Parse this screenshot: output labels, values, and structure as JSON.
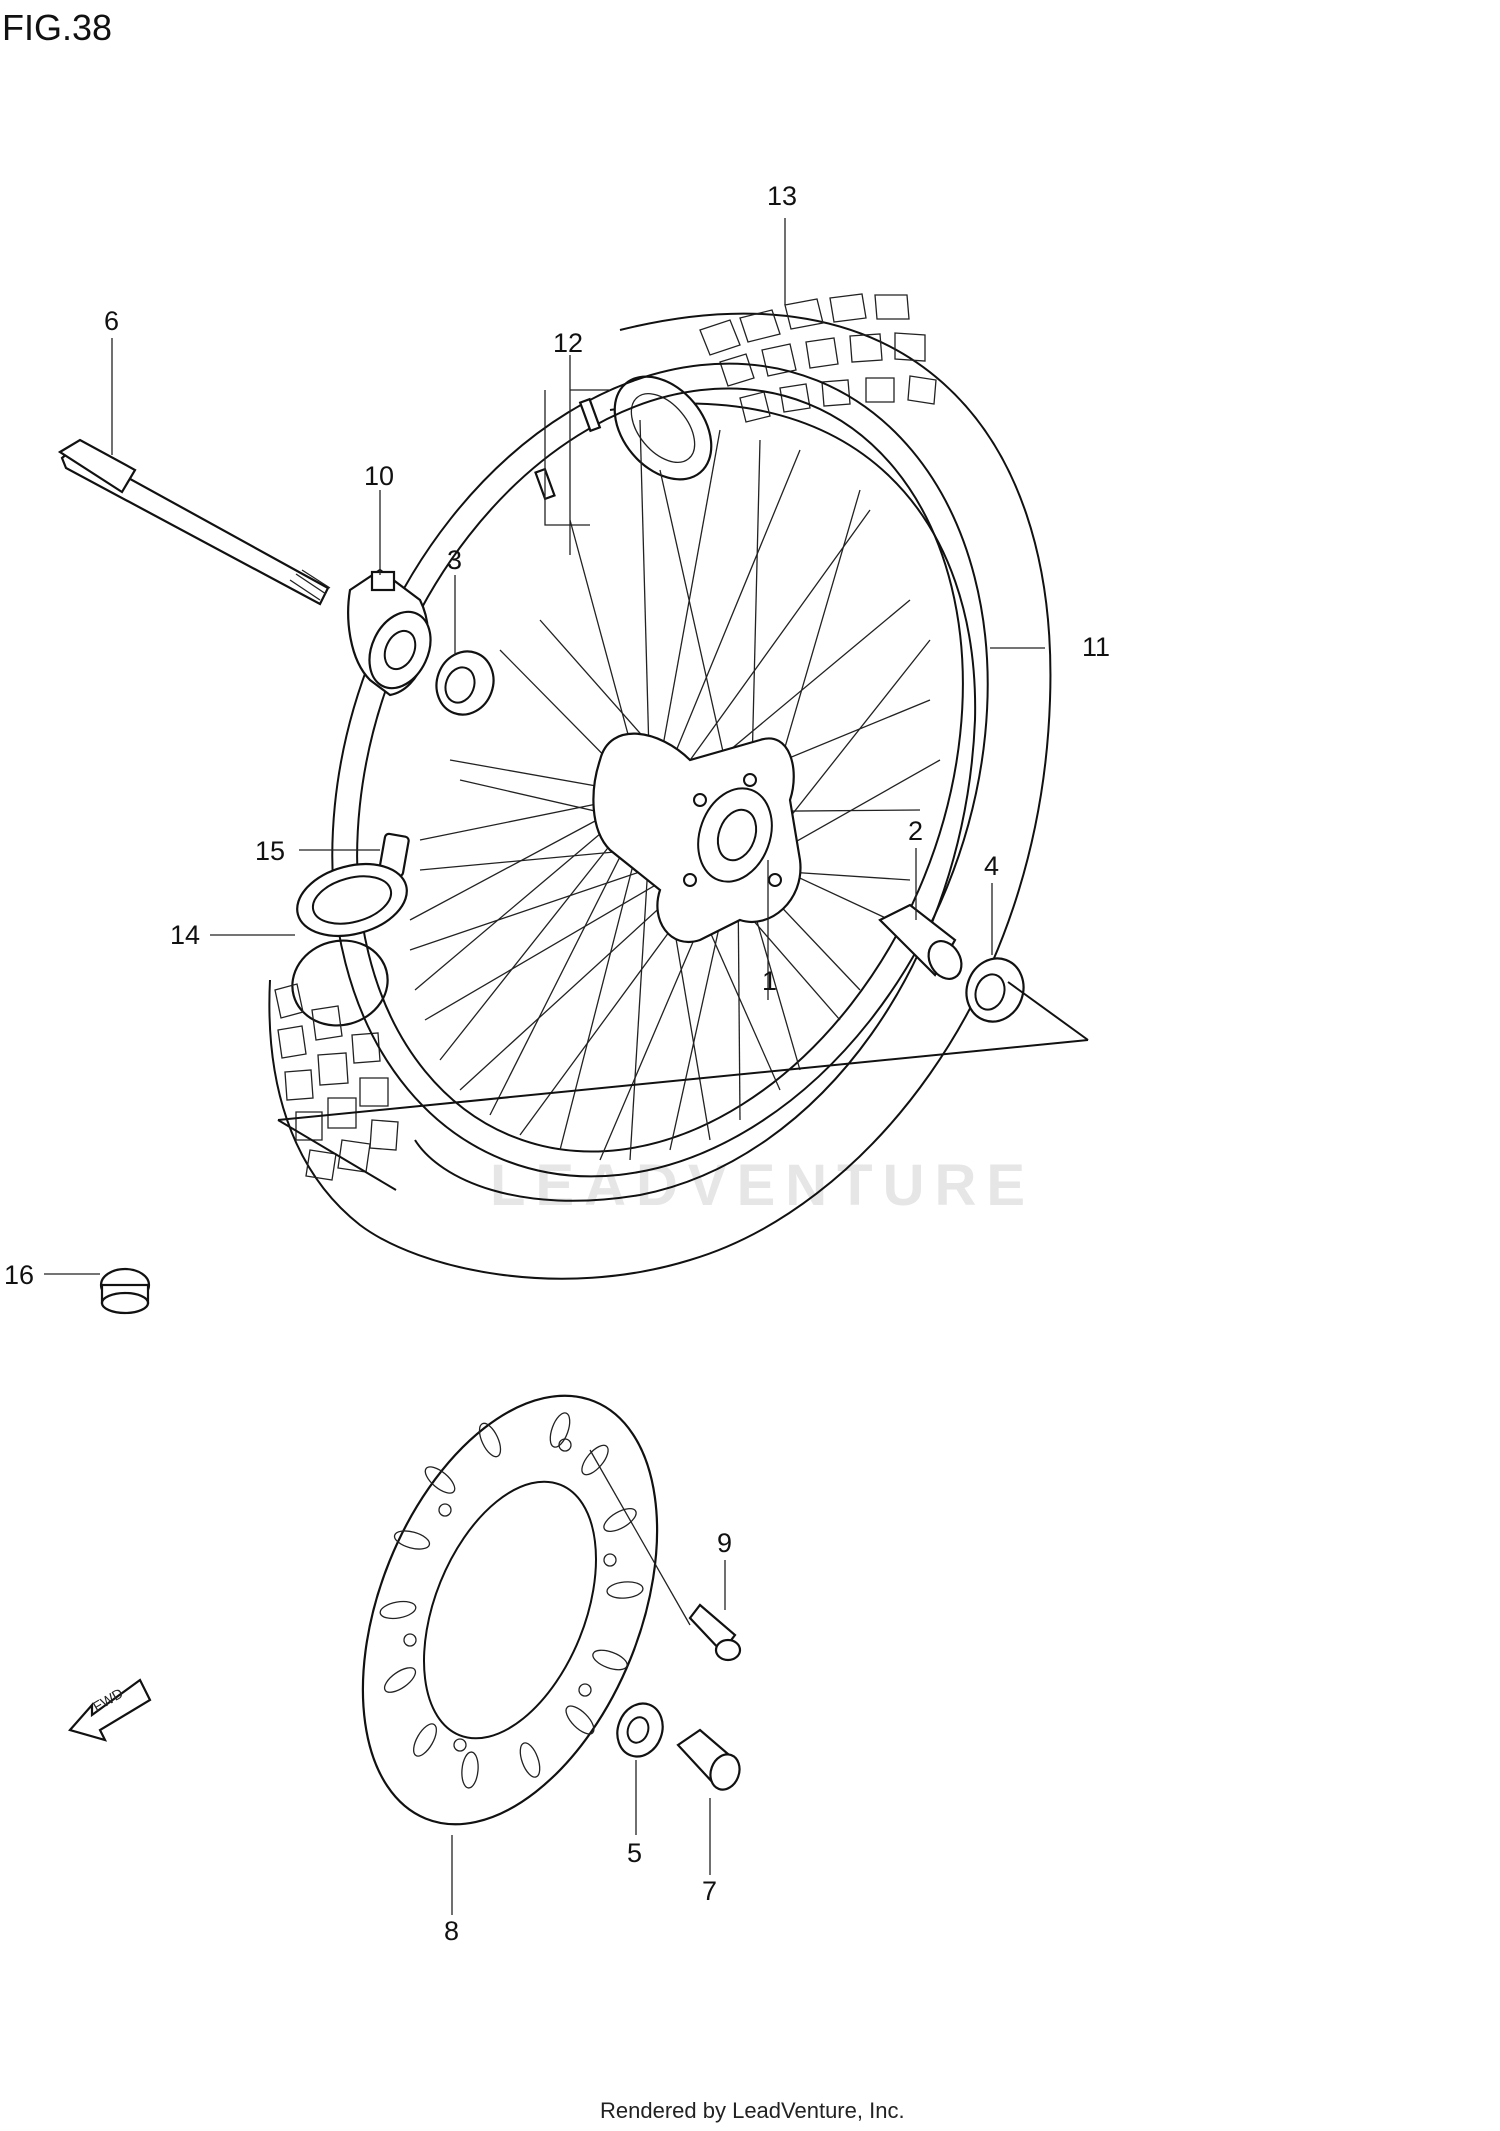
{
  "figure": {
    "title": "FIG.38",
    "footer": "Rendered by LeadVenture, Inc.",
    "watermark": "LEADVENTURE",
    "fwd_label": "FWD"
  },
  "callouts": [
    {
      "id": "c1",
      "text": "1"
    },
    {
      "id": "c2",
      "text": "2"
    },
    {
      "id": "c3",
      "text": "3"
    },
    {
      "id": "c4",
      "text": "4"
    },
    {
      "id": "c5",
      "text": "5"
    },
    {
      "id": "c6",
      "text": "6"
    },
    {
      "id": "c7",
      "text": "7"
    },
    {
      "id": "c8",
      "text": "8"
    },
    {
      "id": "c9",
      "text": "9"
    },
    {
      "id": "c10",
      "text": "10"
    },
    {
      "id": "c11",
      "text": "11"
    },
    {
      "id": "c12",
      "text": "12"
    },
    {
      "id": "c13",
      "text": "13"
    },
    {
      "id": "c14",
      "text": "14"
    },
    {
      "id": "c15",
      "text": "15"
    },
    {
      "id": "c16",
      "text": "16"
    }
  ]
}
